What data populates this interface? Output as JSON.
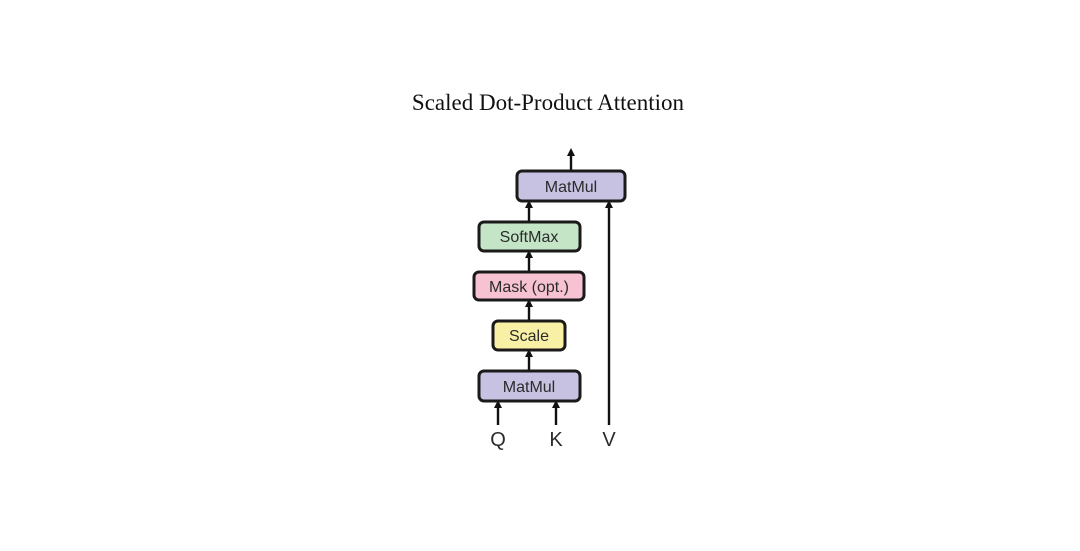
{
  "title": "Scaled Dot-Product Attention",
  "blocks": {
    "matmul_top": {
      "label": "MatMul",
      "color": "#c8c2e2"
    },
    "softmax": {
      "label": "SoftMax",
      "color": "#c4e6c7"
    },
    "mask": {
      "label": "Mask (opt.)",
      "color": "#f7c3d3"
    },
    "scale": {
      "label": "Scale",
      "color": "#f8f1a5"
    },
    "matmul_bottom": {
      "label": "MatMul",
      "color": "#c8c2e2"
    }
  },
  "inputs": {
    "q": "Q",
    "k": "K",
    "v": "V"
  }
}
